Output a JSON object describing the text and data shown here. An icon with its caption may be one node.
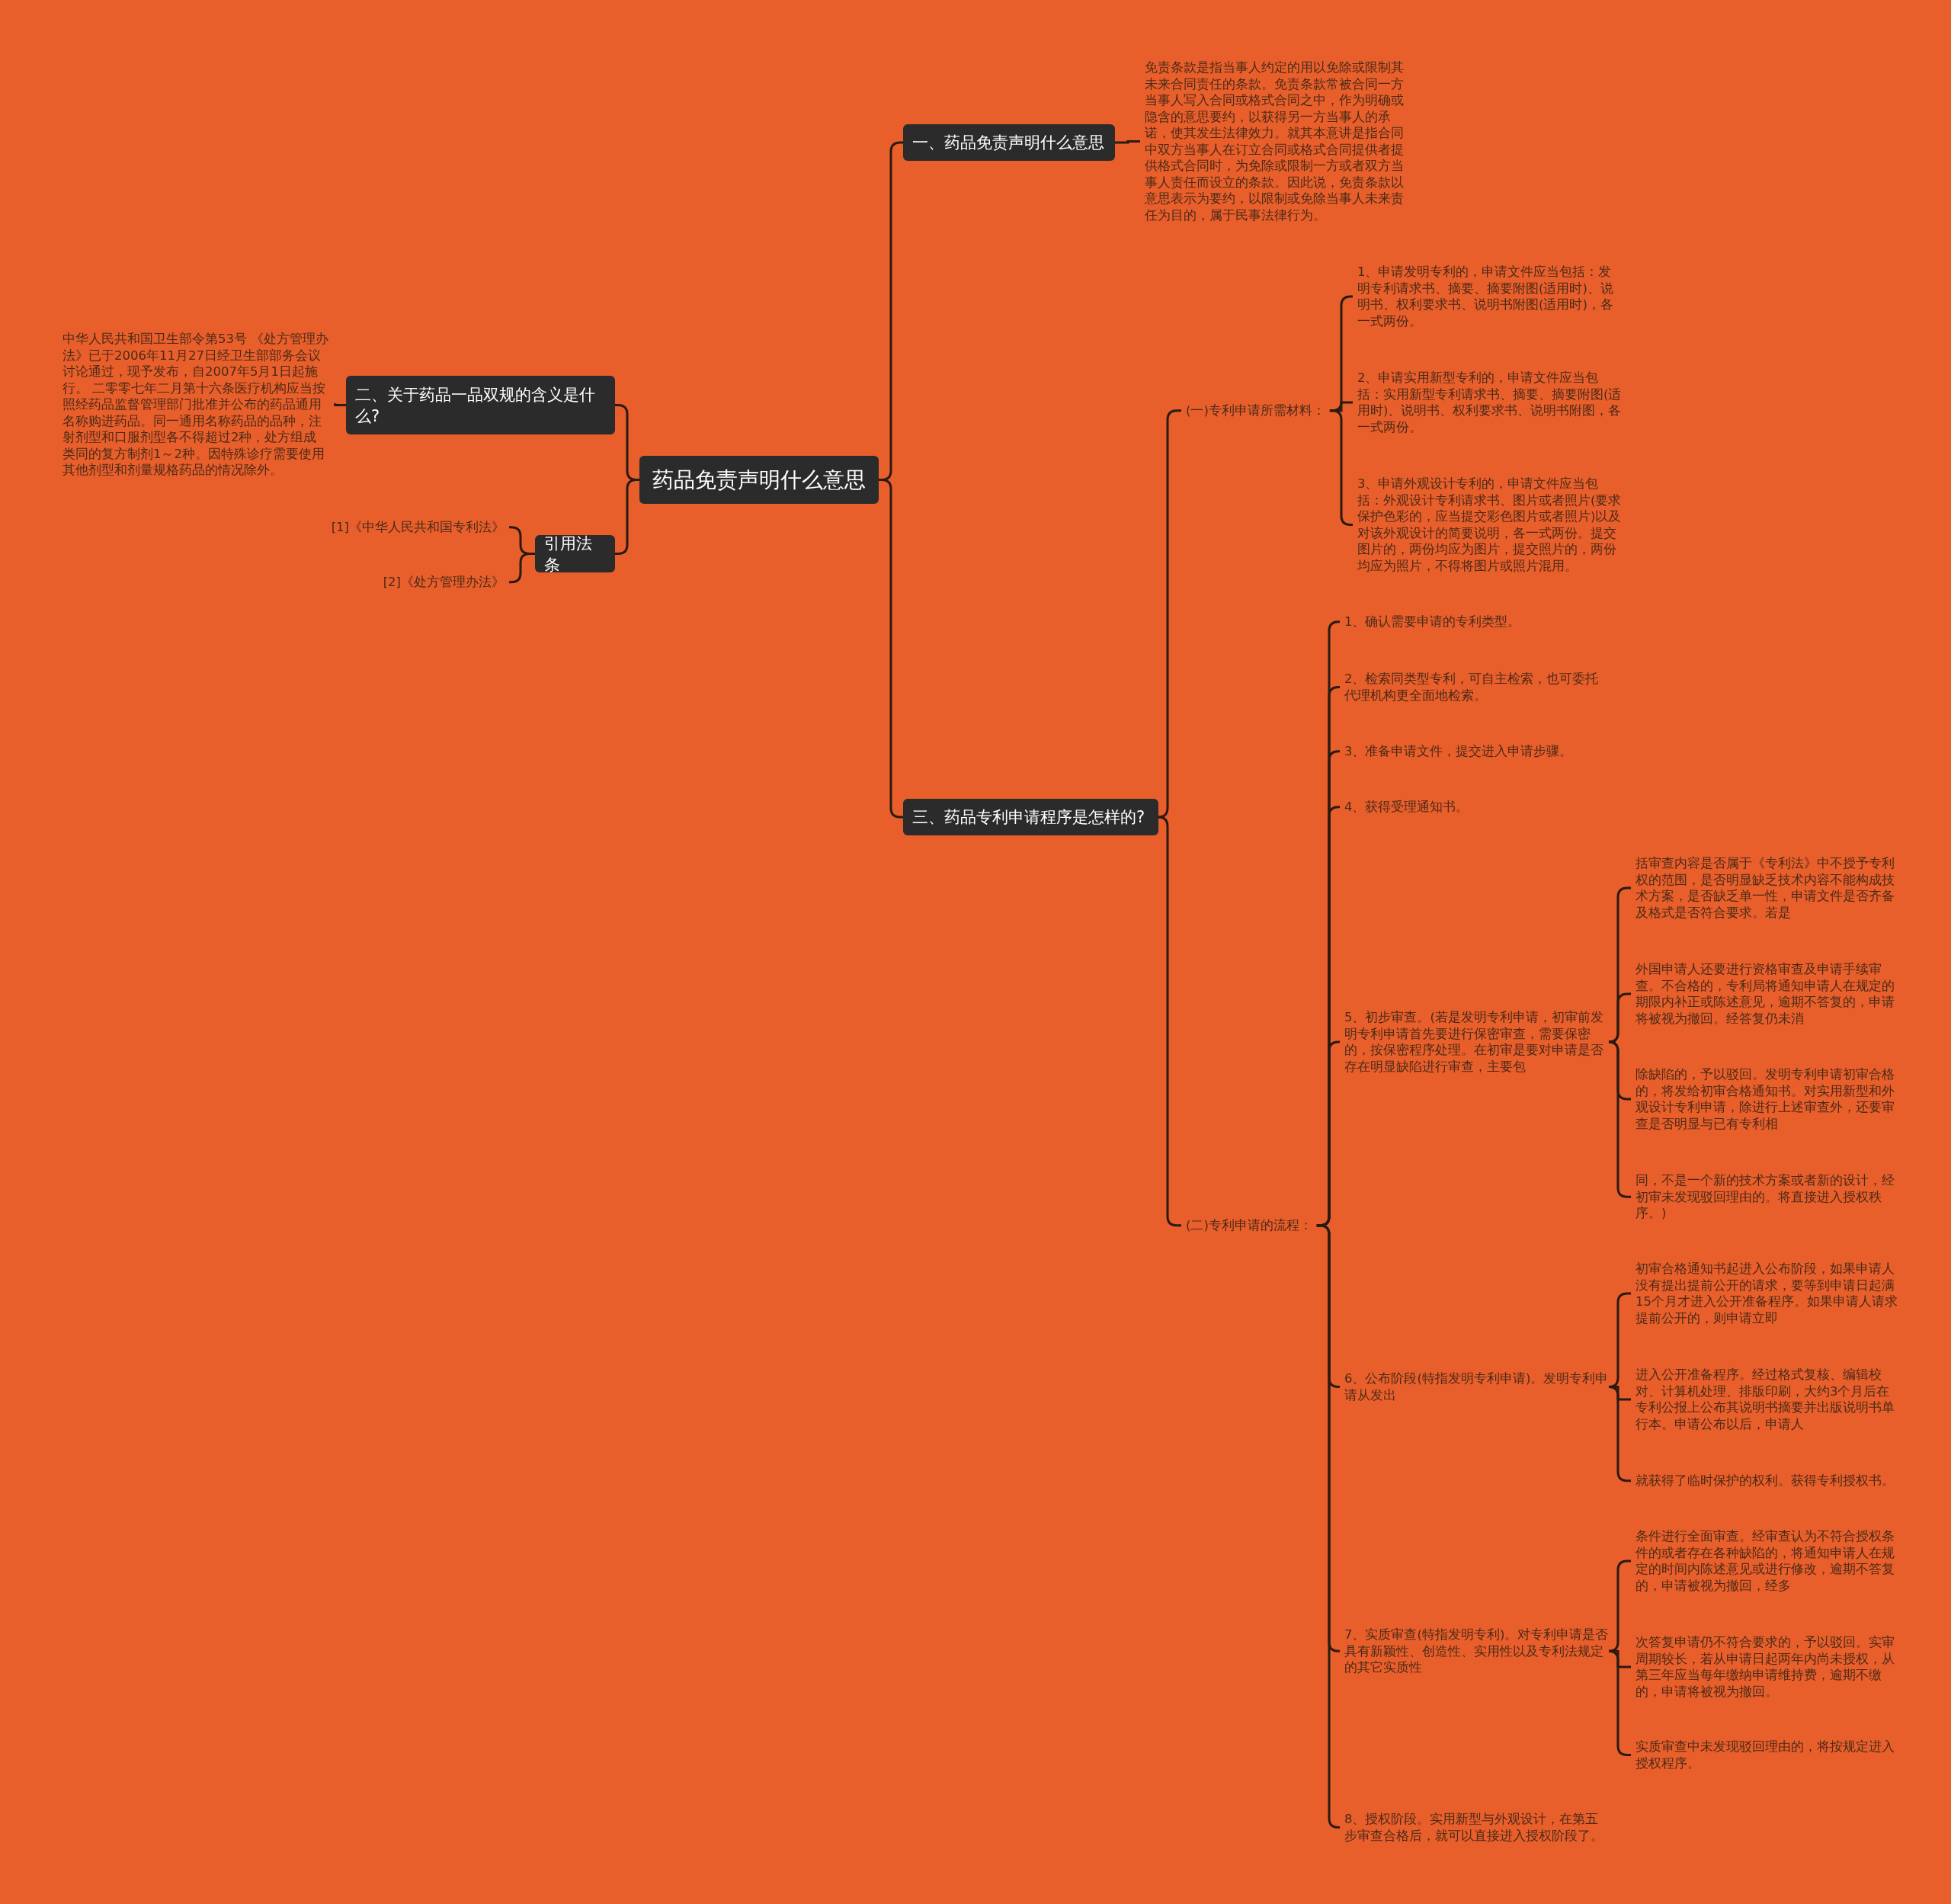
{
  "diagram": {
    "nodes": [
      {
        "text": [
          "药品免责声明什么意思"
        ]
      },
      {
        "text": [
          "一、药品免责声明什么意思"
        ]
      },
      {
        "text": [
          "免责条款是指当事人约定的用以免除或限制其未来合同责任的条款。免责条款常被合同一方当事人写入合同或格式合同之中，作为明确或隐含的意思要约，以获得另一方当事人的承诺，使其发生法律效力。就其本意讲是指合同中双方当事人在订立合同或格式合同提供者提供格式合同时，为免除或限制一方或者双方当事人责任而设立的条款。因此说，免责条款以意思表示为要约，以限制或免除当事人未来责任为目的，属于民事法律行为。"
        ]
      },
      {
        "text": [
          "二、关于药品一品双规的含义是什么?"
        ]
      },
      {
        "text": [
          "中华人民共和国卫生部令第53号 《处方管理办法》已于2006年11月27日经卫生部部务会议讨论通过，现予发布，自2007年5月1日起施行。 二零零七年二月第十六条医疗机构应当按照经药品监督管理部门批准并公布的药品通用名称购进药品。同一通用名称药品的品种，注射剂型和口服剂型各不得超过2种，处方组成类同的复方制剂1～2种。因特殊诊疗需要使用其他剂型和剂量规格药品的情况除外。"
        ]
      },
      {
        "text": [
          "引用法条"
        ]
      },
      {
        "text": [
          "[1]《中华人民共和国专利法》"
        ]
      },
      {
        "text": [
          "[2]《处方管理办法》"
        ]
      },
      {
        "text": [
          "三、药品专利申请程序是怎样的?"
        ]
      },
      {
        "text": [
          "(一)专利申请所需材料："
        ]
      },
      {
        "text": [
          "1、申请发明专利的，申请文件应当包括：发明专利请求书、摘要、摘要附图(适用时)、说明书、权利要求书、说明书附图(适用时)，各一式两份。"
        ]
      },
      {
        "text": [
          "2、申请实用新型专利的，申请文件应当包括：实用新型专利请求书、摘要、摘要附图(适用时)、说明书、权利要求书、说明书附图，各一式两份。"
        ]
      },
      {
        "text": [
          "3、申请外观设计专利的，申请文件应当包括：外观设计专利请求书、图片或者照片(要求保护色彩的，应当提交彩色图片或者照片)以及对该外观设计的简要说明，各一式两份。提交图片的，两份均应为图片，提交照片的，两份均应为照片，不得将图片或照片混用。"
        ]
      },
      {
        "text": [
          "(二)专利申请的流程："
        ]
      },
      {
        "text": [
          "1、确认需要申请的专利类型。"
        ]
      },
      {
        "text": [
          "2、检索同类型专利，可自主检索，也可委托代理机构更全面地检索。"
        ]
      },
      {
        "text": [
          "3、准备申请文件，提交进入申请步骤。"
        ]
      },
      {
        "text": [
          "4、获得受理通知书。"
        ]
      },
      {
        "text": [
          "5、初步审查。(若是发明专利申请，初审前发明专利申请首先要进行保密审查，需要保密的，按保密程序处理。在初审是要对申请是否存在明显缺陷进行审查，主要包"
        ]
      },
      {
        "text": [
          "括审查内容是否属于《专利法》中不授予专利权的范围，是否明显缺乏技术内容不能构成技术方案，是否缺乏单一性，申请文件是否齐备及格式是否符合要求。若是"
        ]
      },
      {
        "text": [
          "外国申请人还要进行资格审查及申请手续审查。不合格的，专利局将通知申请人在规定的期限内补正或陈述意见，逾期不答复的，申请将被视为撤回。经答复仍未消"
        ]
      },
      {
        "text": [
          "除缺陷的，予以驳回。发明专利申请初审合格的，将发给初审合格通知书。对实用新型和外观设计专利申请，除进行上述审查外，还要审查是否明显与已有专利相"
        ]
      },
      {
        "text": [
          "同，不是一个新的技术方案或者新的设计，经初审未发现驳回理由的。将直接进入授权秩序。)"
        ]
      },
      {
        "text": [
          "6、公布阶段(特指发明专利申请)。发明专利申请从发出"
        ]
      },
      {
        "text": [
          "初审合格通知书起进入公布阶段，如果申请人没有提出提前公开的请求，要等到申请日起满15个月才进入公开准备程序。如果申请人请求提前公开的，则申请立即"
        ]
      },
      {
        "text": [
          "进入公开准备程序。经过格式复核、编辑校对、计算机处理、排版印刷，大约3个月后在专利公报上公布其说明书摘要并出版说明书单行本。申请公布以后，申请人"
        ]
      },
      {
        "text": [
          "就获得了临时保护的权利。获得专利授权书。"
        ]
      },
      {
        "text": [
          "7、实质审查(特指发明专利)。对专利申请是否具有新颖性、创造性、实用性以及专利法规定的其它实质性"
        ]
      },
      {
        "text": [
          "条件进行全面审查。经审查认为不符合授权条件的或者存在各种缺陷的，将通知申请人在规定的时间内陈述意见或进行修改，逾期不答复的，申请被视为撤回，经多"
        ]
      },
      {
        "text": [
          "次答复申请仍不符合要求的，予以驳回。实审周期较长，若从申请日起两年内尚未授权，从第三年应当每年缴纳申请维持费，逾期不缴的，申请将被视为撤回。"
        ]
      },
      {
        "text": [
          "实质审查中未发现驳回理由的，将按规定进入授权程序。"
        ]
      },
      {
        "text": [
          "8、授权阶段。实用新型与外观设计，在第五步审查合格后，就可以直接进入授权阶段了。"
        ]
      }
    ],
    "edges": [
      {
        "from": 0,
        "to": 1,
        "arrow": "none"
      },
      {
        "from": 0,
        "to": 8,
        "arrow": "none"
      },
      {
        "from": 0,
        "to": 3,
        "arrow": "none"
      },
      {
        "from": 0,
        "to": 5,
        "arrow": "none"
      },
      {
        "from": 1,
        "to": 2,
        "arrow": "none"
      },
      {
        "from": 3,
        "to": 4,
        "arrow": "none"
      },
      {
        "from": 5,
        "to": 6,
        "arrow": "none"
      },
      {
        "from": 5,
        "to": 7,
        "arrow": "none"
      },
      {
        "from": 8,
        "to": 9,
        "arrow": "none"
      },
      {
        "from": 8,
        "to": 13,
        "arrow": "none"
      },
      {
        "from": 9,
        "to": 10,
        "arrow": "none"
      },
      {
        "from": 9,
        "to": 11,
        "arrow": "none"
      },
      {
        "from": 9,
        "to": 12,
        "arrow": "none"
      },
      {
        "from": 13,
        "to": 14,
        "arrow": "none"
      },
      {
        "from": 13,
        "to": 15,
        "arrow": "none"
      },
      {
        "from": 13,
        "to": 16,
        "arrow": "none"
      },
      {
        "from": 13,
        "to": 17,
        "arrow": "none"
      },
      {
        "from": 13,
        "to": 18,
        "arrow": "none"
      },
      {
        "from": 13,
        "to": 23,
        "arrow": "none"
      },
      {
        "from": 13,
        "to": 27,
        "arrow": "none"
      },
      {
        "from": 13,
        "to": 31,
        "arrow": "none"
      },
      {
        "from": 18,
        "to": 19,
        "arrow": "none"
      },
      {
        "from": 18,
        "to": 20,
        "arrow": "none"
      },
      {
        "from": 18,
        "to": 21,
        "arrow": "none"
      },
      {
        "from": 18,
        "to": 22,
        "arrow": "none"
      },
      {
        "from": 23,
        "to": 24,
        "arrow": "none"
      },
      {
        "from": 23,
        "to": 25,
        "arrow": "none"
      },
      {
        "from": 23,
        "to": 26,
        "arrow": "none"
      },
      {
        "from": 27,
        "to": 28,
        "arrow": "none"
      },
      {
        "from": 27,
        "to": 29,
        "arrow": "none"
      },
      {
        "from": 27,
        "to": 30,
        "arrow": "none"
      }
    ]
  }
}
